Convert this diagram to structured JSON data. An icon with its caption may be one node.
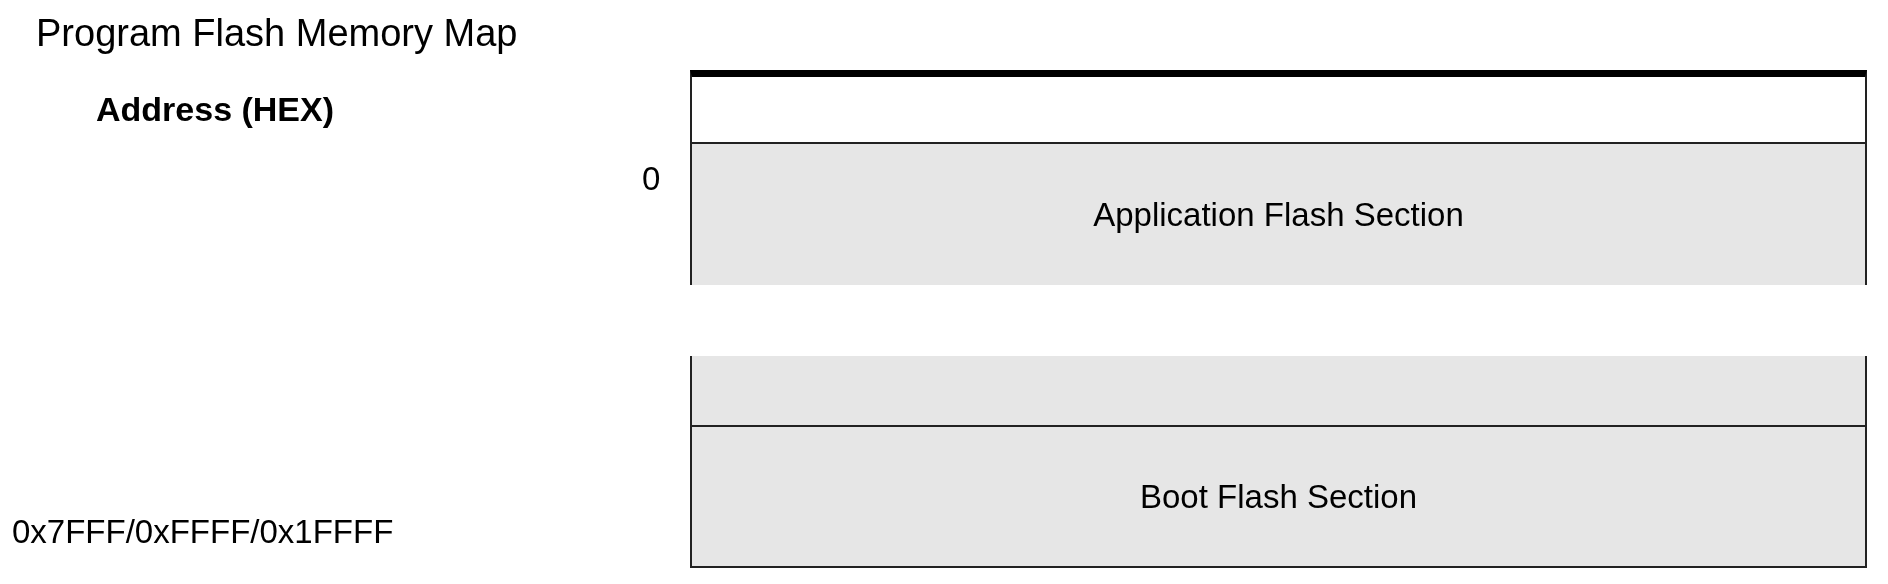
{
  "diagram": {
    "title": "Program Flash Memory Map",
    "nodes": [
      {
        "text": [],
        "shape": "box"
      },
      {
        "text": [
          "Application Flash Section"
        ]
      },
      {
        "text": [],
        "shape": "box"
      },
      {
        "text": [
          "Boot Flash Section"
        ]
      }
    ],
    "labels": [
      "Address (HEX)",
      "0",
      "0x7FFF/0xFFFF/0x1FFFF"
    ]
  }
}
